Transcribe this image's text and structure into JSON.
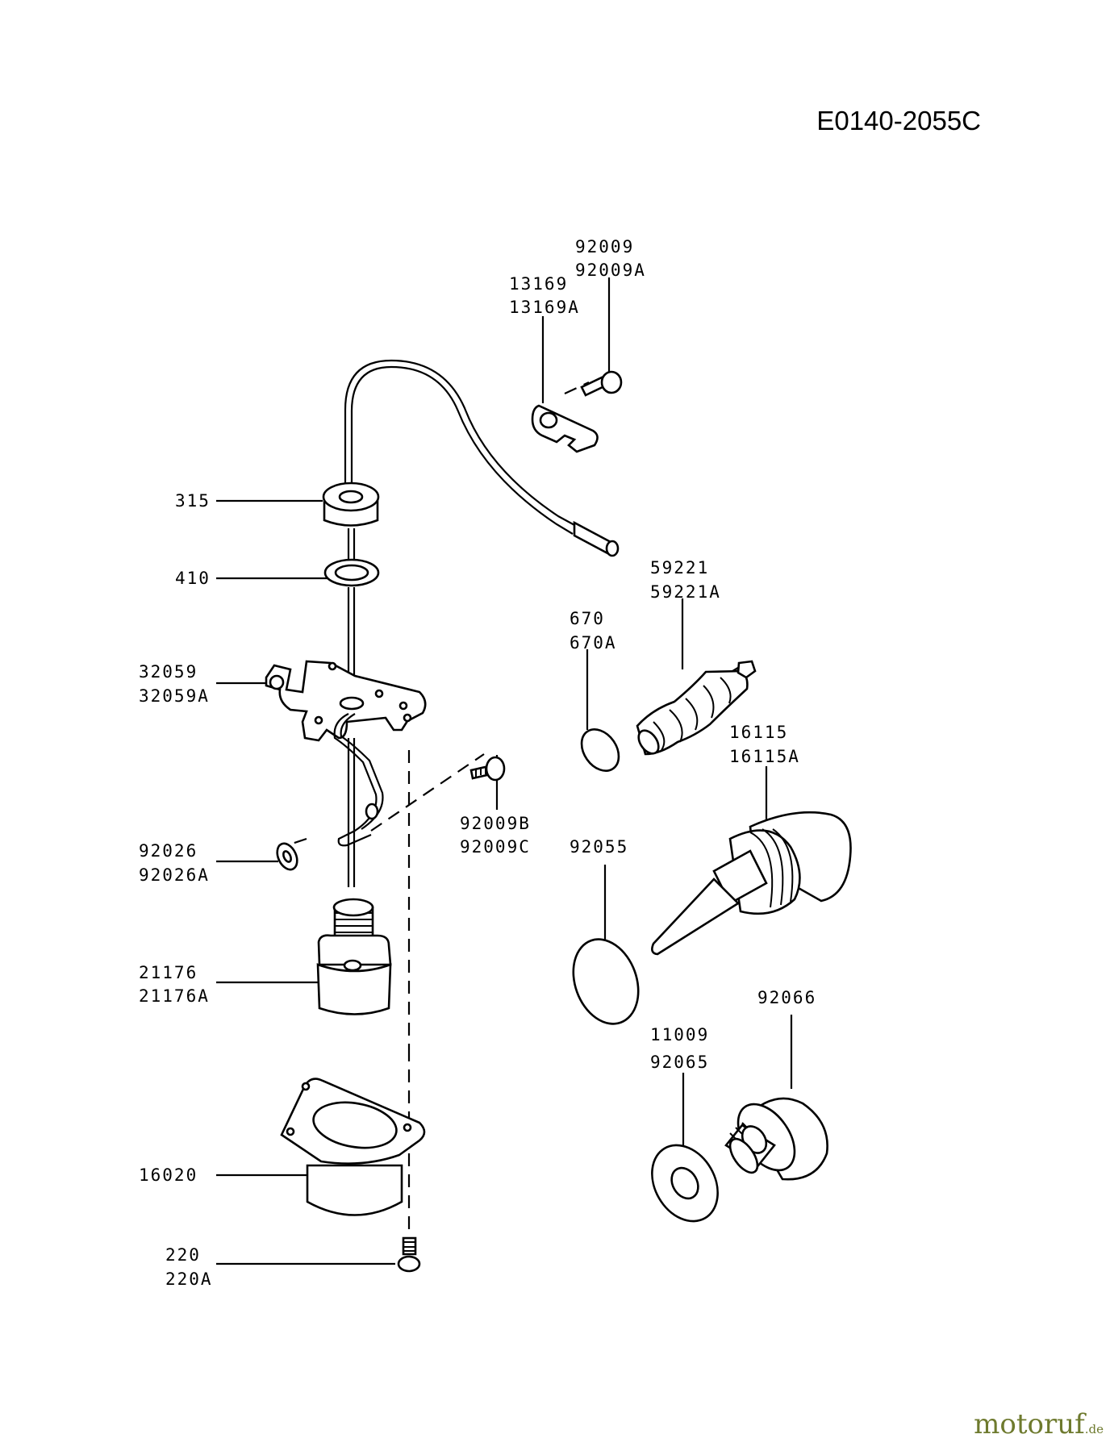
{
  "drawing_id": "E0140-2055C",
  "labels": {
    "p92009": "92009",
    "p92009A": "92009A",
    "p13169": "13169",
    "p13169A": "13169A",
    "p315": "315",
    "p410": "410",
    "p32059": "32059",
    "p32059A": "32059A",
    "p92026": "92026",
    "p92026A": "92026A",
    "p92009B": "92009B",
    "p92009C": "92009C",
    "p21176": "21176",
    "p21176A": "21176A",
    "p16020": "16020",
    "p220": "220",
    "p220A": "220A",
    "p59221": "59221",
    "p59221A": "59221A",
    "p670": "670",
    "p670A": "670A",
    "p16115": "16115",
    "p16115A": "16115A",
    "p92055": "92055",
    "p92066": "92066",
    "p11009": "11009",
    "p92065": "92065"
  },
  "watermark": {
    "brand": "motoruf",
    "tld": ".de"
  }
}
